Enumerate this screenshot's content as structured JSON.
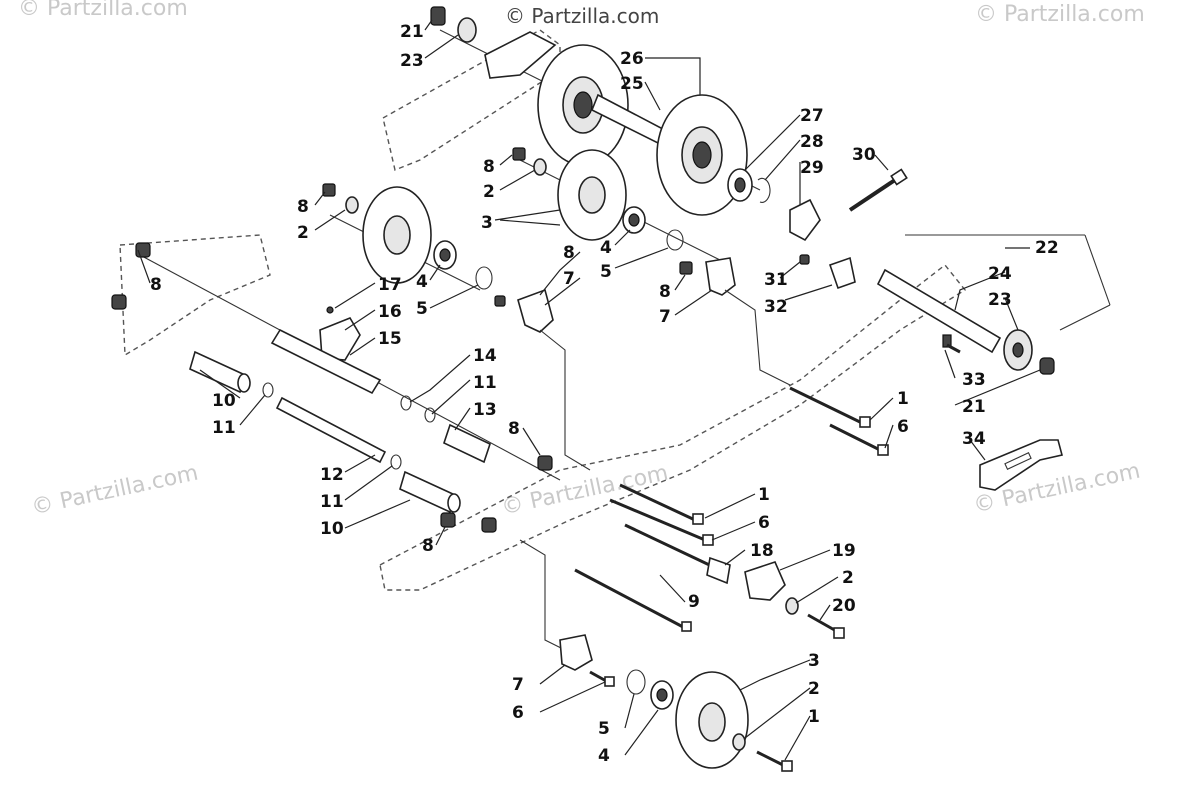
{
  "watermarks": {
    "top": "© Partzilla.com",
    "top_left": "© Partzilla.com",
    "top_right": "© Partzilla.com",
    "mid_left": "© Partzilla.com",
    "mid_right": "© Partzilla.com",
    "center": "© Partzilla.com"
  },
  "callouts": [
    {
      "id": "c21a",
      "label": "21"
    },
    {
      "id": "c23a",
      "label": "23"
    },
    {
      "id": "c26",
      "label": "26"
    },
    {
      "id": "c25",
      "label": "25"
    },
    {
      "id": "c27",
      "label": "27"
    },
    {
      "id": "c28",
      "label": "28"
    },
    {
      "id": "c29",
      "label": "29"
    },
    {
      "id": "c30",
      "label": "30"
    },
    {
      "id": "c8a",
      "label": "8"
    },
    {
      "id": "c2a",
      "label": "2"
    },
    {
      "id": "c3a",
      "label": "3"
    },
    {
      "id": "c8b",
      "label": "8"
    },
    {
      "id": "c2b",
      "label": "2"
    },
    {
      "id": "c4a",
      "label": "4"
    },
    {
      "id": "c5a",
      "label": "5"
    },
    {
      "id": "c8c",
      "label": "8"
    },
    {
      "id": "c7a",
      "label": "7"
    },
    {
      "id": "c8d",
      "label": "8"
    },
    {
      "id": "c7b",
      "label": "7"
    },
    {
      "id": "c22",
      "label": "22"
    },
    {
      "id": "c24",
      "label": "24"
    },
    {
      "id": "c23b",
      "label": "23"
    },
    {
      "id": "c31",
      "label": "31"
    },
    {
      "id": "c32",
      "label": "32"
    },
    {
      "id": "c8e",
      "label": "8"
    },
    {
      "id": "c17",
      "label": "17"
    },
    {
      "id": "c16",
      "label": "16"
    },
    {
      "id": "c15",
      "label": "15"
    },
    {
      "id": "c4b",
      "label": "4"
    },
    {
      "id": "c5b",
      "label": "5"
    },
    {
      "id": "c33",
      "label": "33"
    },
    {
      "id": "c21b",
      "label": "21"
    },
    {
      "id": "c14",
      "label": "14"
    },
    {
      "id": "c11a",
      "label": "11"
    },
    {
      "id": "c13",
      "label": "13"
    },
    {
      "id": "c10a",
      "label": "10"
    },
    {
      "id": "c11b",
      "label": "11"
    },
    {
      "id": "c1a",
      "label": "1"
    },
    {
      "id": "c6a",
      "label": "6"
    },
    {
      "id": "c34",
      "label": "34"
    },
    {
      "id": "c8f",
      "label": "8"
    },
    {
      "id": "c12",
      "label": "12"
    },
    {
      "id": "c11c",
      "label": "11"
    },
    {
      "id": "c10b",
      "label": "10"
    },
    {
      "id": "c1b",
      "label": "1"
    },
    {
      "id": "c6b",
      "label": "6"
    },
    {
      "id": "c18",
      "label": "18"
    },
    {
      "id": "c19",
      "label": "19"
    },
    {
      "id": "c8g",
      "label": "8"
    },
    {
      "id": "c2c",
      "label": "2"
    },
    {
      "id": "c9",
      "label": "9"
    },
    {
      "id": "c20",
      "label": "20"
    },
    {
      "id": "c3b",
      "label": "3"
    },
    {
      "id": "c7c",
      "label": "7"
    },
    {
      "id": "c2d",
      "label": "2"
    },
    {
      "id": "c6c",
      "label": "6"
    },
    {
      "id": "c1c",
      "label": "1"
    },
    {
      "id": "c5c",
      "label": "5"
    },
    {
      "id": "c4c",
      "label": "4"
    }
  ]
}
